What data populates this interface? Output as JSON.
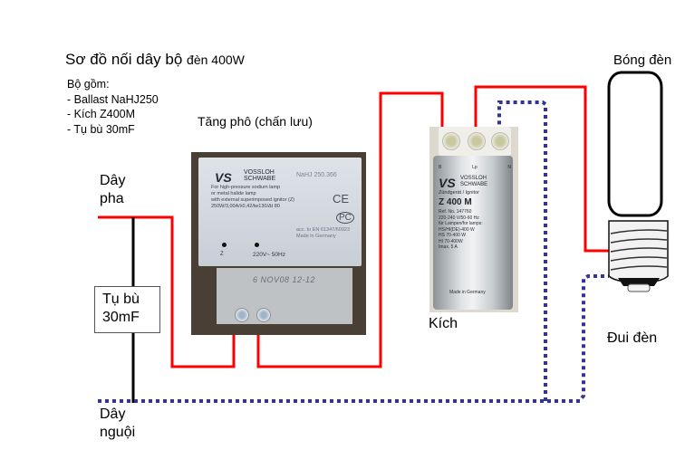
{
  "title": {
    "main": "Sơ đồ nối dây bộ",
    "suffix": "đèn 400W"
  },
  "kit": {
    "heading": "Bộ gồm:",
    "items": [
      "- Ballast NaHJ250",
      "- Kích Z400M",
      "- Tụ bù 30mF"
    ]
  },
  "labels": {
    "ballast": "Tăng phô (chấn lưu)",
    "phase_line": [
      "Dây",
      "pha"
    ],
    "neutral_line": [
      "Dây",
      "nguội"
    ],
    "capacitor": [
      "Tụ bù",
      "30mF"
    ],
    "ignitor": "Kích",
    "bulb": "Bóng đèn",
    "socket": "Đui đèn"
  },
  "ballast_plate": {
    "brand_logo": "VS",
    "brand_name": [
      "VOSSLOH",
      "SCHWABE"
    ],
    "part_no": "NaHJ 250.366",
    "description": [
      "For high-pressure sodium lamp",
      "or metal halide lamp",
      "with external superimposed ignitor (Z)",
      "250W/3,00A/λ0,42/tw130/Δt 80"
    ],
    "standard": [
      "acc. to EN 61347/60923",
      "Made in Germany"
    ],
    "cert": [
      "CE",
      "PC"
    ],
    "terminal_z": "Z",
    "terminal_voltage": "220V~ 50Hz",
    "date_code": "6 NOV08 12-12"
  },
  "ignitor_can": {
    "pins": [
      "B",
      "Lp",
      "N"
    ],
    "brand_logo": "VS",
    "brand_name": [
      "VOSSLOH",
      "SCHWABE"
    ],
    "type": "Zündgerät / Ignitor",
    "model": "Z 400 M",
    "spec": [
      "Ref. No. 147760",
      "220-240 V/50-60 Hz",
      "für Lampen/for lamps:",
      "HS/HI(DE)-400 W",
      "HS 70-400 W",
      "HI 70-400W",
      "Imax. 5 A"
    ],
    "made": "Made in Germany"
  },
  "colors": {
    "live_wire": "#ff0000",
    "neutral_wire": "#33339a",
    "cap_wire": "#000000"
  }
}
